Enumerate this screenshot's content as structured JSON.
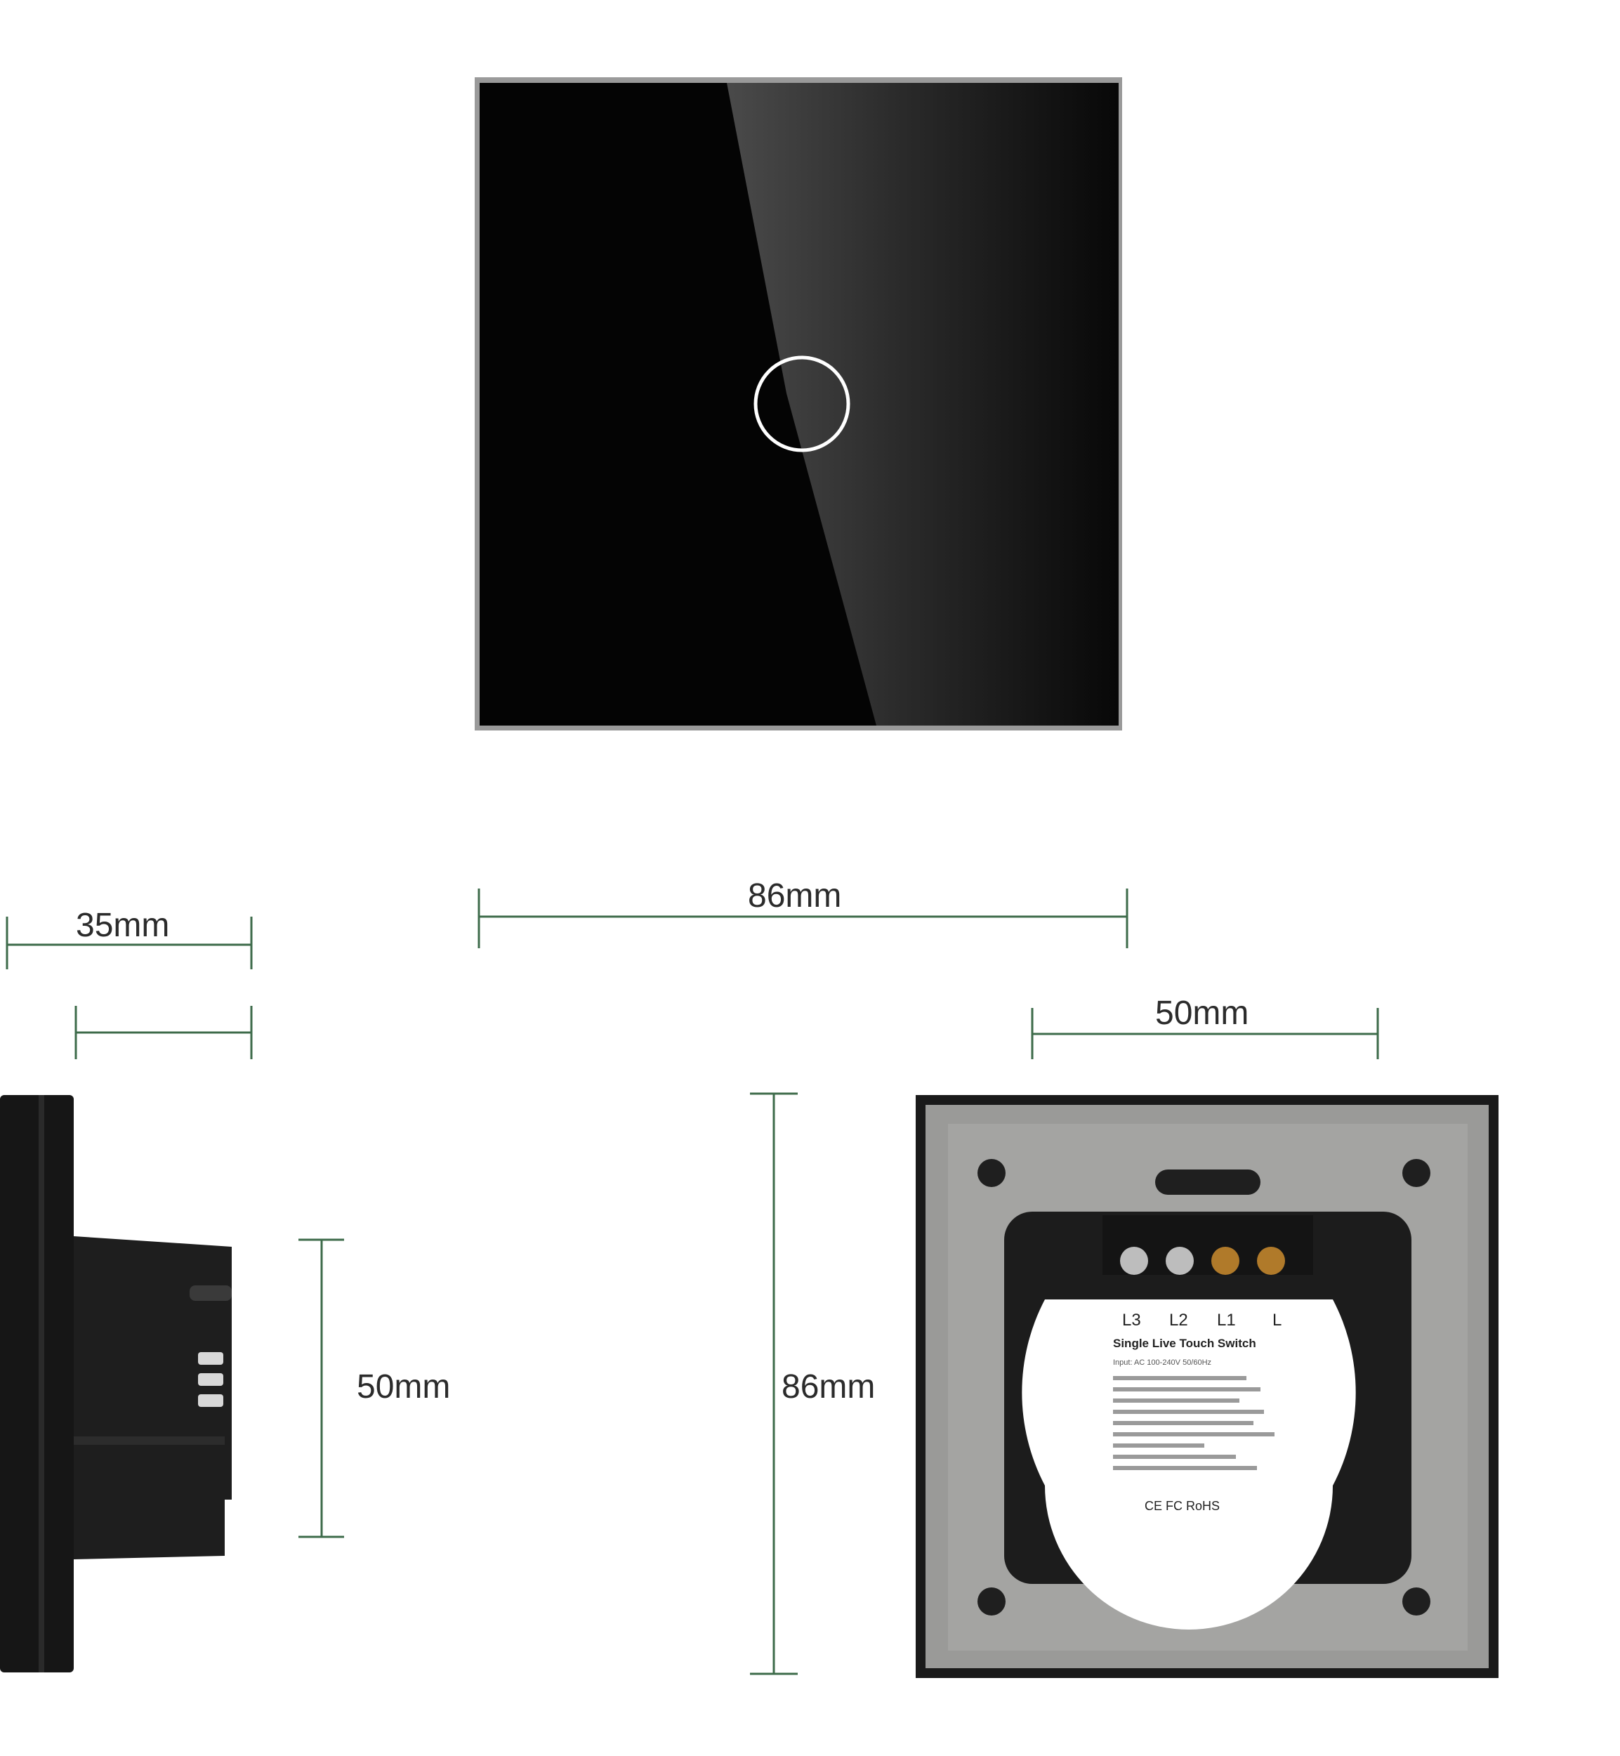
{
  "dimensions": {
    "front_width": "86mm",
    "side_depth_total": "35mm",
    "side_depth_body": "25mm",
    "side_body_height": "50mm",
    "back_height": "86mm",
    "back_module_width": "50mm"
  },
  "back_label": {
    "terminals": [
      "L3",
      "L2",
      "L1",
      "L"
    ],
    "title": "Single Live Touch Switch",
    "fine_print": "Input: AC 100-240V 50/60Hz",
    "certifications": "CE FC RoHS"
  },
  "colors": {
    "glass": "#050505",
    "frame": "#8a8a8a",
    "back_plate": "#9a9a98",
    "module": "#1c1c1c",
    "dimension_line": "#3d6b4a",
    "touch_ring": "#ffffff"
  }
}
